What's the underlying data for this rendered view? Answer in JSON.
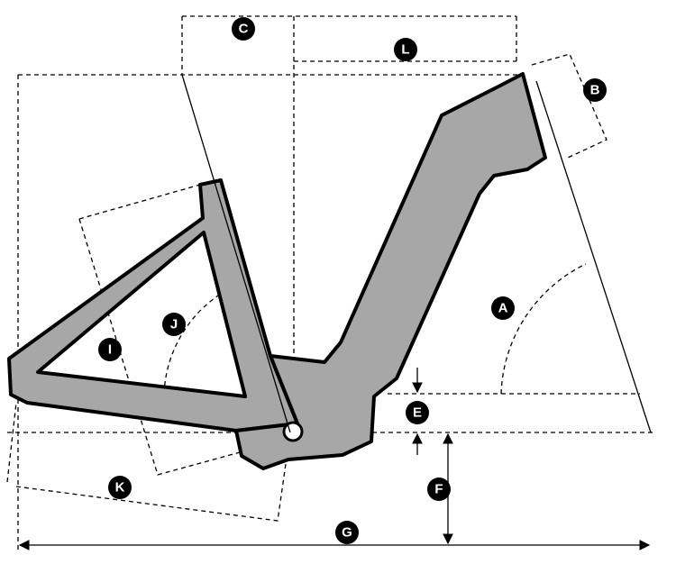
{
  "diagram": {
    "frame_color": "#a7a7a7",
    "labels": {
      "A": "A",
      "B": "B",
      "C": "C",
      "E": "E",
      "F": "F",
      "G": "G",
      "I": "I",
      "J": "J",
      "K": "K",
      "L": "L"
    }
  }
}
